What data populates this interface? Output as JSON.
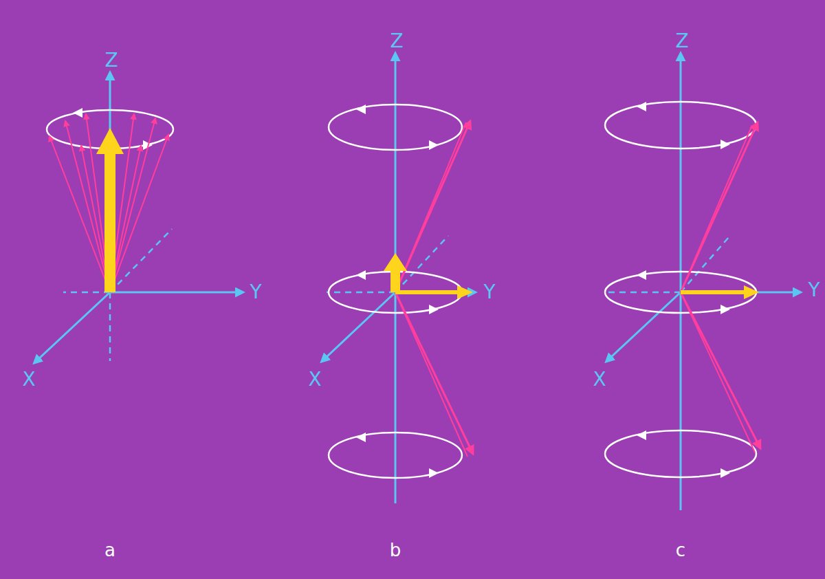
{
  "diagram": {
    "labels": [
      "Z",
      "Y",
      "X",
      "a",
      "Z",
      "Y",
      "X",
      "b",
      "Z",
      "Y",
      "X",
      "c"
    ]
  }
}
